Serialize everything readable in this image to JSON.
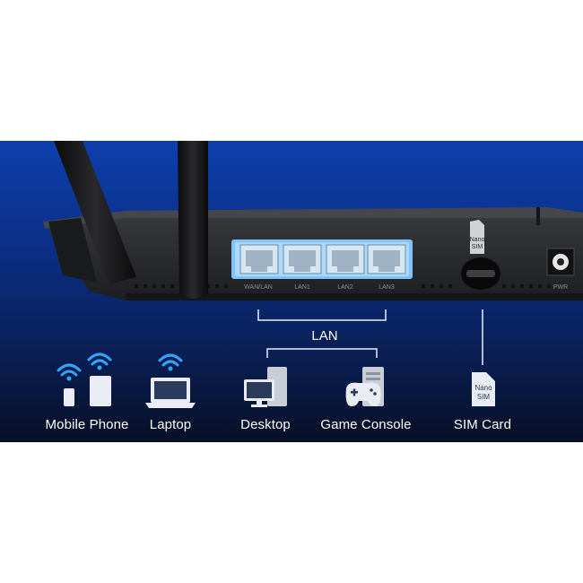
{
  "ports": {
    "wan_lan": "WAN/LAN",
    "lan1": "LAN1",
    "lan2": "LAN2",
    "lan3": "LAN3",
    "pwr": "PWR"
  },
  "sim_slot": {
    "line1": "Nano",
    "line2": "SIM"
  },
  "lan_group_label": "LAN",
  "devices": {
    "mobile_phone": "Mobile Phone",
    "laptop": "Laptop",
    "desktop": "Desktop",
    "game_console": "Game Console",
    "sim_card": "SIM Card"
  },
  "sim_card_icon": {
    "line1": "Nano",
    "line2": "SIM"
  },
  "icons": [
    "wifi-icon",
    "mobile-phone-icon",
    "tablet-icon",
    "laptop-icon",
    "desktop-icon",
    "game-console-icon",
    "sim-card-icon"
  ],
  "colors": {
    "banner_top": "#0e3fae",
    "banner_bottom": "#070f25",
    "wifi": "#2ea8ff",
    "port_glow": "#7fc4ff",
    "router_body": "#2a2b2e"
  }
}
